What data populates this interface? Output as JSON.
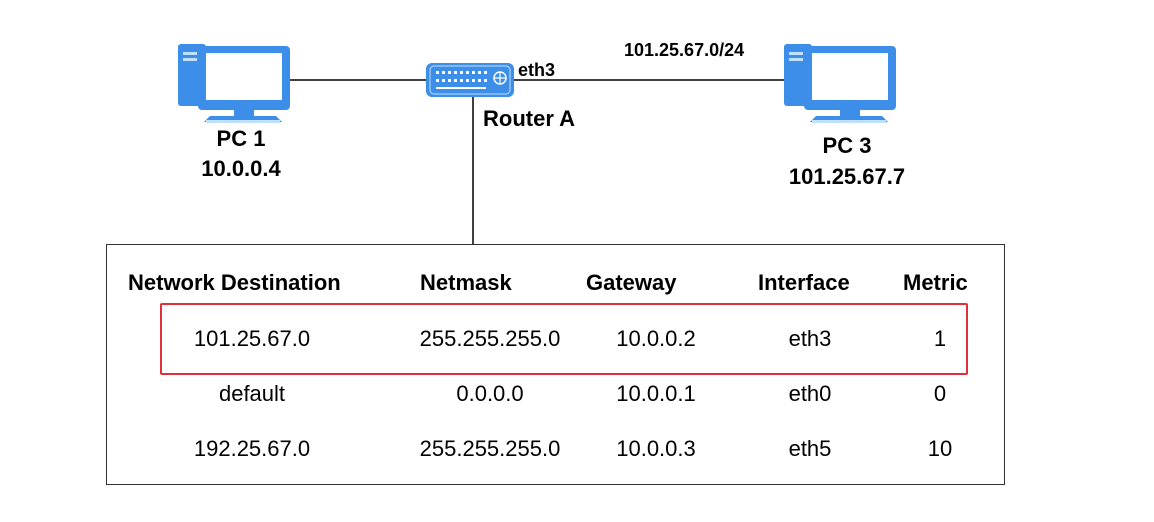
{
  "pc1": {
    "name": "PC 1",
    "ip": "10.0.0.4"
  },
  "pc3": {
    "name": "PC 3",
    "ip": "101.25.67.7"
  },
  "router": {
    "name": "Router A",
    "port": "eth3"
  },
  "link_subnet": "101.25.67.0/24",
  "routing_table": {
    "headers": [
      "Network Destination",
      "Netmask",
      "Gateway",
      "Interface",
      "Metric"
    ],
    "rows": [
      [
        "101.25.67.0",
        "255.255.255.0",
        "10.0.0.2",
        "eth3",
        "1"
      ],
      [
        "default",
        "0.0.0.0",
        "10.0.0.1",
        "eth0",
        "0"
      ],
      [
        "192.25.67.0",
        "255.255.255.0",
        "10.0.0.3",
        "eth5",
        "10"
      ]
    ],
    "highlighted_row": 0
  },
  "colors": {
    "device": "#3d8ee8",
    "device_light": "#bfe0ff",
    "highlight": "#e0303a"
  }
}
